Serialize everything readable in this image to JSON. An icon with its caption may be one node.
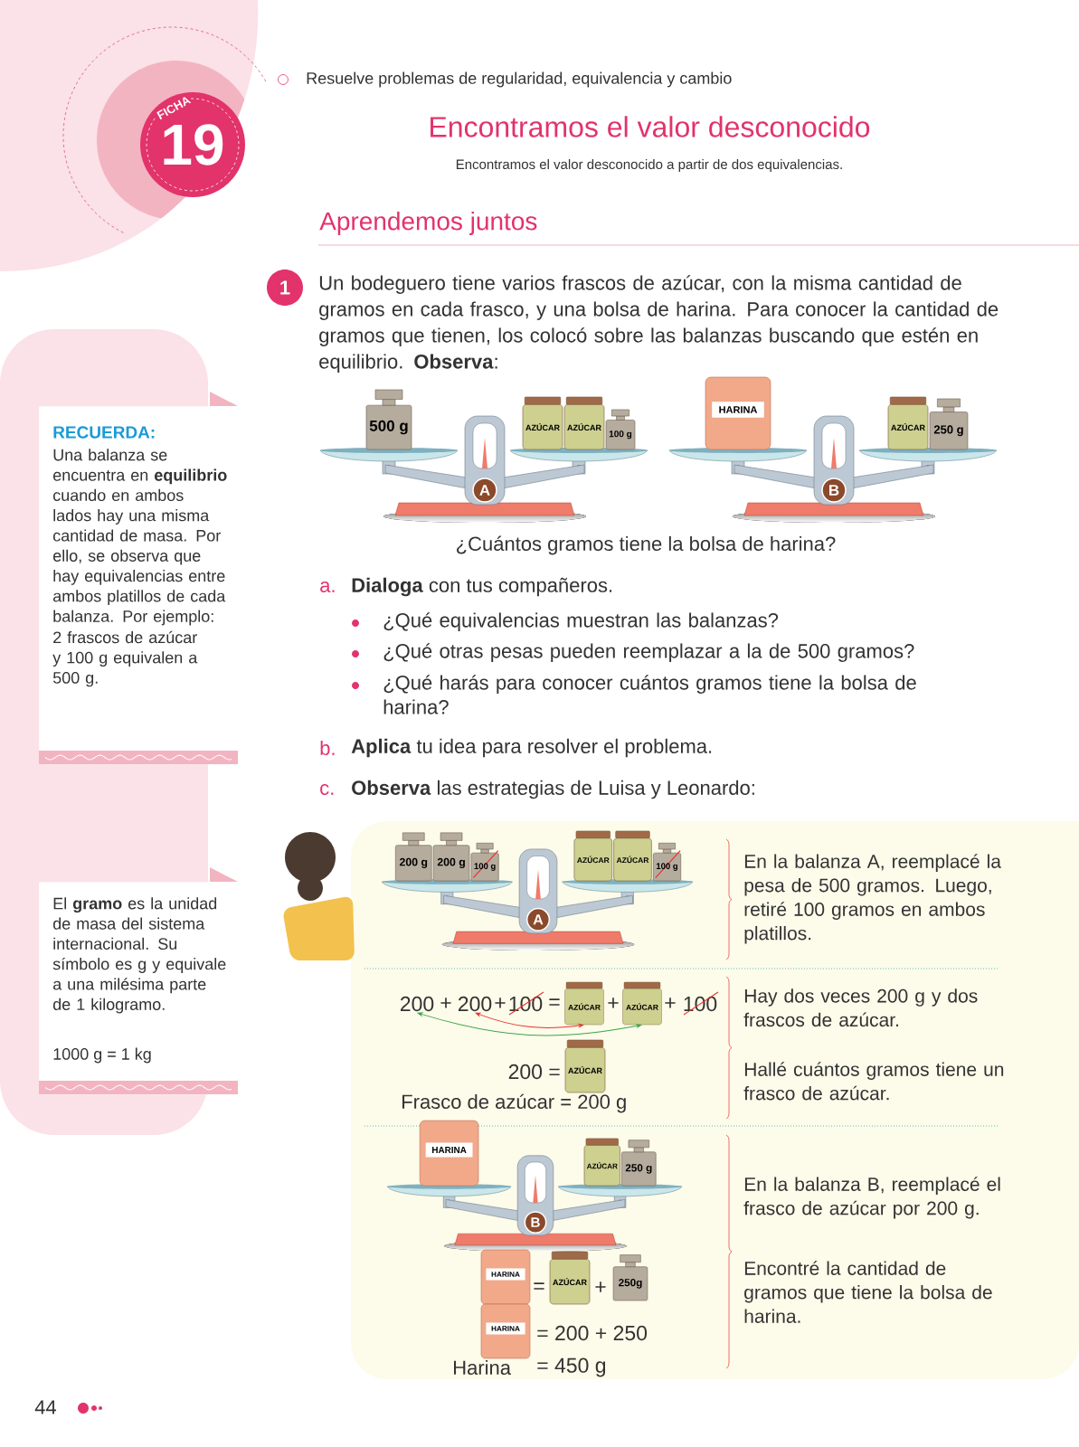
{
  "diagram": {
    "title": "Encontramos el valor desconocido",
    "nodes": [
      {
        "text": [
          "FICHA",
          "19"
        ]
      },
      {
        "text": [
          "RECUERDA:",
          "Una balanza se encuentra en **equilibrio** cuando en ambos lados hay una misma cantidad de masa. Por ello, se observa que hay equivalencias entre ambos platillos de cada balanza. Por ejemplo:",
          "2 frascos de azúcar y 100 g equivalen a 500 g."
        ]
      },
      {
        "text": [
          "El **gramo** es la unidad de masa del sistema internacional. Su símbolo es g y equivale a una milésima parte de 1 kilogramo.",
          "1000 g = 1 kg"
        ]
      },
      {
        "text": [
          "1"
        ]
      },
      {
        "text": [
          "200"
        ]
      },
      {
        "text": [
          "200"
        ]
      },
      {
        "text": [
          "AZÚCAR"
        ]
      },
      {
        "text": [
          "AZÚCAR"
        ]
      }
    ],
    "edges": [
      {
        "from": 5,
        "to": 6,
        "arrow": "both",
        "color": "#e8332b"
      },
      {
        "from": 4,
        "to": 7,
        "arrow": "both",
        "color": "#3aa54a"
      }
    ],
    "labels": [
      "Resuelve problemas de regularidad, equivalencia y cambio",
      "Encontramos el valor desconocido a partir de dos equivalencias.",
      "Aprendemos juntos",
      "Un bodeguero tiene varios frascos de azúcar, con la misma cantidad de gramos en cada frasco, y una bolsa de harina. Para conocer la cantidad de gramos que tienen, los colocó sobre las balanzas buscando que estén en equilibrio. **Observa**:",
      "500 g",
      "AZÚCAR",
      "AZÚCAR",
      "100 g",
      "A",
      "HARINA",
      "AZÚCAR",
      "250 g",
      "B",
      "¿Cuántos gramos tiene la bolsa de harina?",
      "a.",
      "**Dialoga** con tus compañeros.",
      "¿Qué equivalencias muestran las balanzas?",
      "¿Qué otras pesas pueden reemplazar a la de 500 gramos?",
      "¿Qué harás para conocer cuántos gramos tiene la bolsa de harina?",
      "b.",
      "**Aplica** tu idea para resolver el problema.",
      "c.",
      "**Observa** las estrategias de Luisa y Leonardo:",
      "200 g",
      "200 g",
      "100 g",
      "AZÚCAR",
      "AZÚCAR",
      "100 g",
      "A",
      "En la balanza A, reemplacé la pesa de 500 gramos. Luego, retiré 100 gramos en ambos platillos.",
      "+",
      "+",
      "100",
      "=",
      "+",
      "+",
      "100",
      "Hay dos veces 200 g y dos frascos de azúcar.",
      "200 =",
      "AZÚCAR",
      "Frasco de azúcar = 200 g",
      "Hallé cuántos gramos tiene un frasco de azúcar.",
      "HARINA",
      "AZÚCAR",
      "250 g",
      "B",
      "En la balanza B, reemplacé el frasco de azúcar por 200 g.",
      "HARINA",
      "=",
      "AZÚCAR",
      "+",
      "250g",
      "HARINA",
      "= 200 + 250",
      "Harina",
      "= 450 g",
      "Encontré la cantidad de gramos que tiene la bolsa de harina.",
      "44"
    ]
  }
}
